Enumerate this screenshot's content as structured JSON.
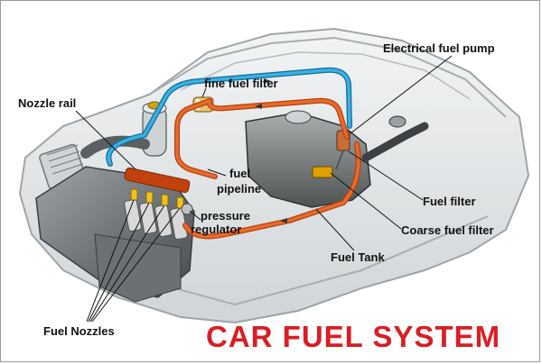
{
  "title": "CAR FUEL SYSTEM",
  "labels": {
    "electrical_fuel_pump": "Electrical fuel pump",
    "nozzle_rail": "Nozzle rail",
    "fine_fuel_filter": "fine fuel filter",
    "fuel_pipeline_1": "fuel",
    "fuel_pipeline_2": "pipeline",
    "pressure_regulator_1": "pressure",
    "pressure_regulator_2": "regulator",
    "fuel_filter": "Fuel filter",
    "coarse_fuel_filter": "Coarse fuel filter",
    "fuel_tank": "Fuel Tank",
    "fuel_nozzles": "Fuel Nozzles"
  },
  "colors": {
    "title": "#d91e25",
    "feed_line": "#d9531e",
    "return_line": "#1d8fc6",
    "car_body": "#cfd3d6",
    "tank": "#7b7f80",
    "label_text": "#111111"
  }
}
